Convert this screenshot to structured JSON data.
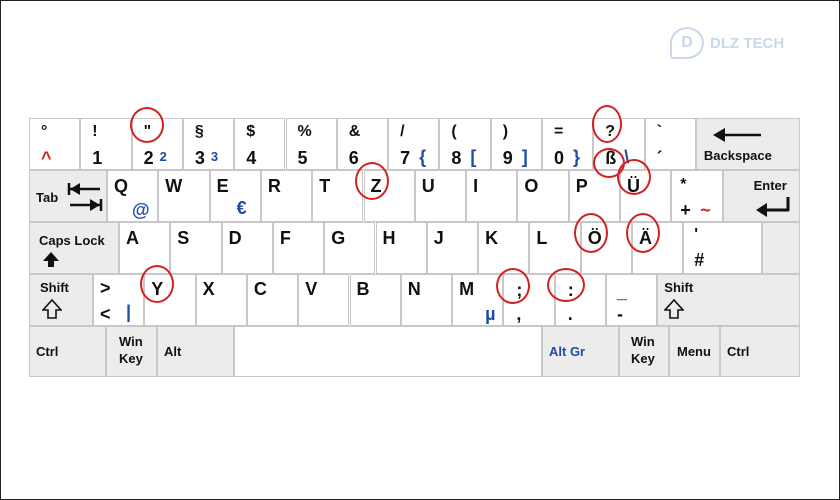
{
  "watermark": "DLZ TECH",
  "watermark_mark": "D",
  "row1": [
    {
      "top": "°",
      "bottom": "^",
      "bottom_color": "#d42020"
    },
    {
      "top": "!",
      "bottom": "1"
    },
    {
      "top": "\"",
      "bottom": "2",
      "alt": "2"
    },
    {
      "top": "§",
      "bottom": "3",
      "alt": "3"
    },
    {
      "top": "$",
      "bottom": "4"
    },
    {
      "top": "%",
      "bottom": "5"
    },
    {
      "top": "&",
      "bottom": "6"
    },
    {
      "top": "/",
      "bottom": "7",
      "alt": "{"
    },
    {
      "top": "(",
      "bottom": "8",
      "alt": "["
    },
    {
      "top": ")",
      "bottom": "9",
      "alt": "]"
    },
    {
      "top": "=",
      "bottom": "0",
      "alt": "}"
    },
    {
      "top": "?",
      "bottom": "ß",
      "alt": "\\"
    },
    {
      "top": "`",
      "bottom": "´"
    },
    {
      "label": "Backspace"
    }
  ],
  "row2": {
    "tab": "Tab",
    "letters": [
      "Q",
      "W",
      "E",
      "R",
      "T",
      "Z",
      "U",
      "I",
      "O",
      "P",
      "Ü"
    ],
    "alt_q": "@",
    "alt_e": "€",
    "plus_top": "*",
    "plus_bottom": "+",
    "plus_alt": "~",
    "enter": "Enter"
  },
  "row3": {
    "caps": "Caps Lock",
    "letters": [
      "A",
      "S",
      "D",
      "F",
      "G",
      "H",
      "J",
      "K",
      "L",
      "Ö",
      "Ä"
    ],
    "hash_top": "'",
    "hash_bottom": "#"
  },
  "row4": {
    "shift": "Shift",
    "angle_top": ">",
    "angle_bottom": "<",
    "angle_alt": "|",
    "letters": [
      "Y",
      "X",
      "C",
      "V",
      "B",
      "N",
      "M"
    ],
    "mu": "µ",
    "comma_top": ";",
    "comma_bottom": ",",
    "period_top": ":",
    "period_bottom": ".",
    "minus_top": "_",
    "minus_bottom": "-",
    "shift_right": "Shift"
  },
  "row5": {
    "ctrl": "Ctrl",
    "win_line1": "Win",
    "win_line2": "Key",
    "alt": "Alt",
    "altgr": "Alt Gr",
    "win2_line1": "Win",
    "win2_line2": "Key",
    "menu": "Menu",
    "ctrl2": "Ctrl"
  },
  "colors": {
    "accent_red": "#d42020",
    "accent_blue": "#1f4aa8",
    "key_grey": "#ececec"
  }
}
